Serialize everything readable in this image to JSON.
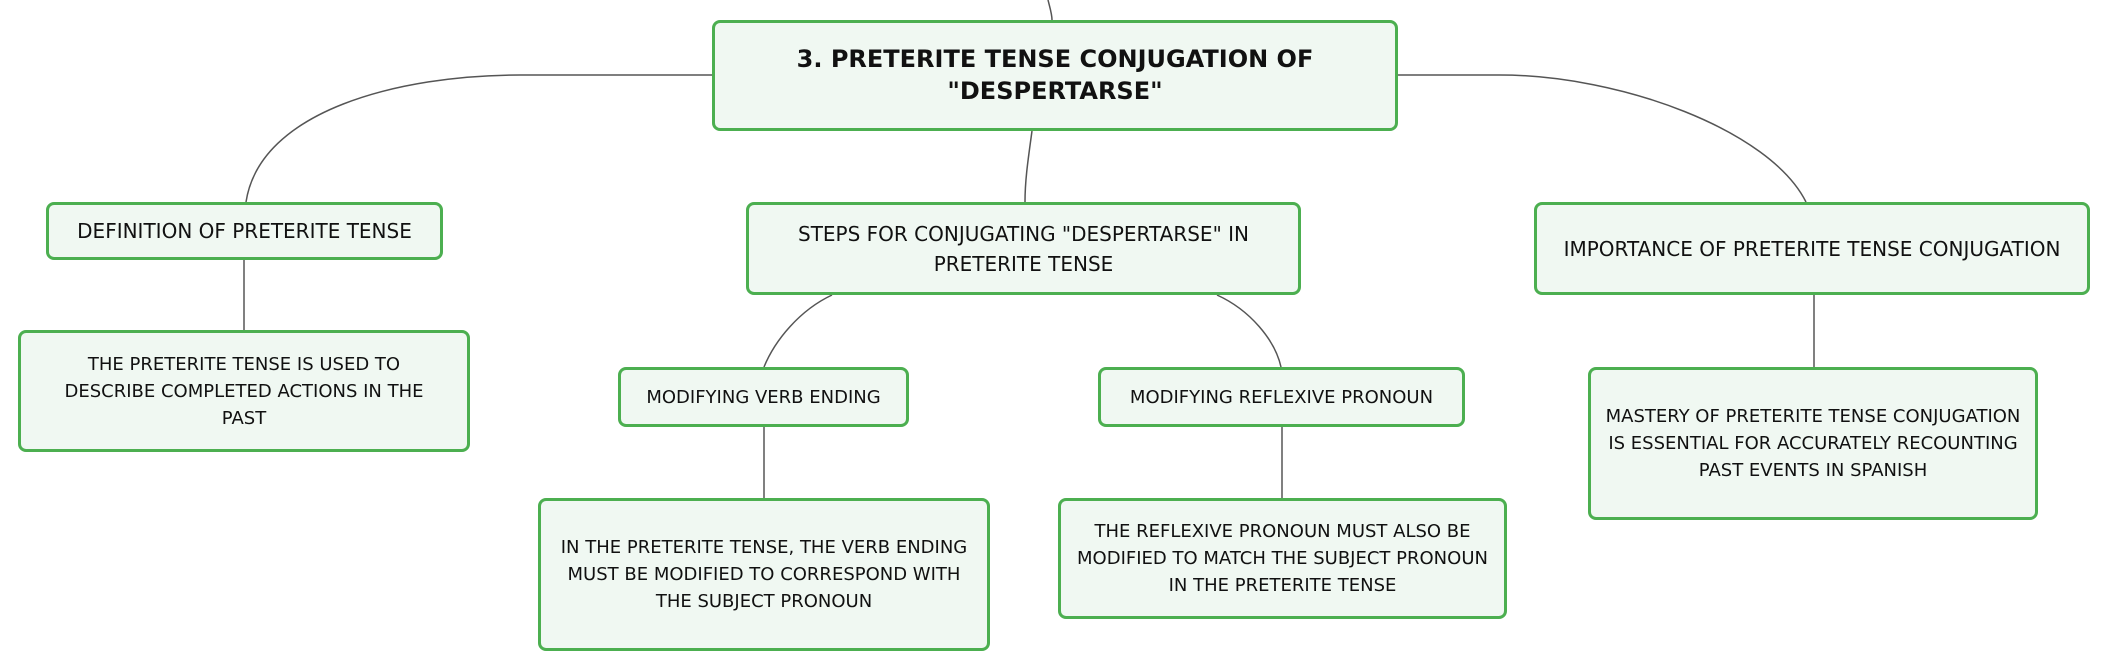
{
  "diagram": {
    "root": {
      "label": "3. PRETERITE TENSE CONJUGATION OF \"DESPERTARSE\""
    },
    "branches": [
      {
        "label": "DEFINITION OF PRETERITE TENSE",
        "detail": "THE PRETERITE TENSE IS USED TO DESCRIBE COMPLETED ACTIONS IN THE PAST"
      },
      {
        "label": "STEPS FOR CONJUGATING \"DESPERTARSE\" IN PRETERITE TENSE",
        "children": [
          {
            "label": "MODIFYING VERB ENDING",
            "detail": "IN THE PRETERITE TENSE, THE VERB ENDING MUST BE MODIFIED TO CORRESPOND WITH THE SUBJECT PRONOUN"
          },
          {
            "label": "MODIFYING REFLEXIVE PRONOUN",
            "detail": "THE REFLEXIVE PRONOUN MUST ALSO BE MODIFIED TO MATCH THE SUBJECT PRONOUN IN THE PRETERITE TENSE"
          }
        ]
      },
      {
        "label": "IMPORTANCE OF PRETERITE TENSE CONJUGATION",
        "detail": "MASTERY OF PRETERITE TENSE CONJUGATION IS ESSENTIAL FOR ACCURATELY RECOUNTING PAST EVENTS IN SPANISH"
      }
    ]
  },
  "colors": {
    "node_border": "#4caf50",
    "node_fill": "#f0f8f2",
    "connector": "#555555",
    "text": "#111111"
  }
}
